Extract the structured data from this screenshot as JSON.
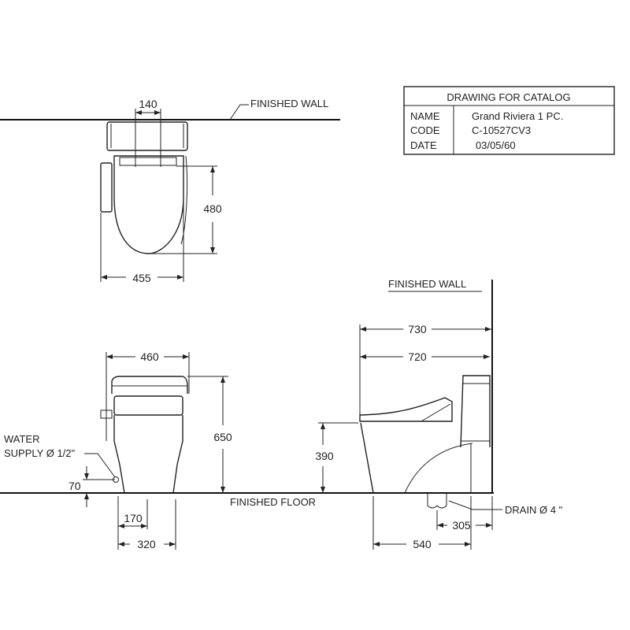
{
  "title_block": {
    "heading": "DRAWING FOR CATALOG",
    "rows": [
      {
        "label": "NAME",
        "value": "Grand Riviera 1 PC."
      },
      {
        "label": "CODE",
        "value": "C-10527CV3"
      },
      {
        "label": "DATE",
        "value": "03/05/60"
      }
    ]
  },
  "top_view": {
    "wall_label": "FINISHED WALL",
    "dims": {
      "hinge_spacing": "140",
      "seat_depth": "480",
      "width": "455"
    }
  },
  "front_view": {
    "dims": {
      "width": "460",
      "height": "650",
      "supply_height": "70",
      "supply_offset": "170",
      "base_width": "320"
    },
    "water_supply_line1": "WATER",
    "water_supply_line2": "SUPPLY Ø 1/2\"",
    "floor_label": "FINISHED FLOOR"
  },
  "side_view": {
    "wall_label": "FINISHED WALL",
    "dims": {
      "overall_depth": "730",
      "seat_depth": "720",
      "seat_height": "390",
      "drain_offset": "305",
      "base_depth": "540"
    },
    "drain_label": "DRAIN Ø 4 \""
  }
}
